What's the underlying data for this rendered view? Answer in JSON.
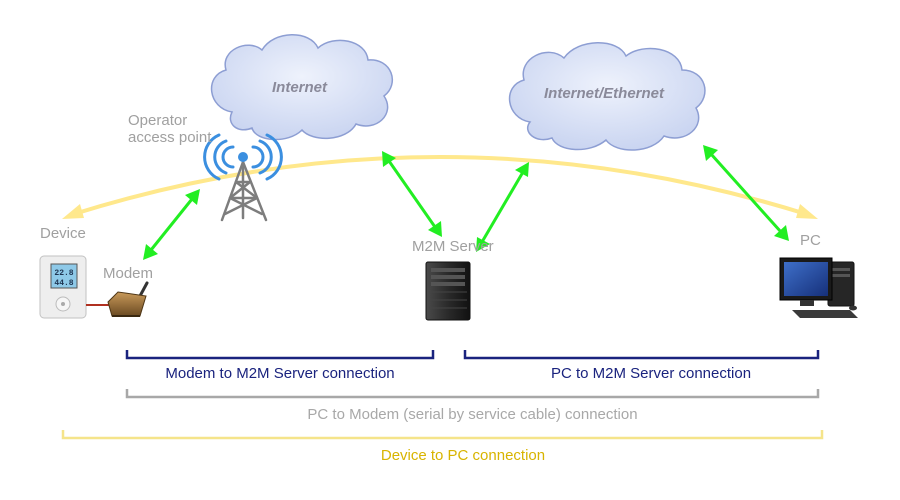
{
  "clouds": {
    "internet": "Internet",
    "internet_ethernet": "Internet/Ethernet"
  },
  "labels": {
    "operator_access_point": [
      "Operator",
      "access point"
    ],
    "device": "Device",
    "modem": "Modem",
    "m2m_server": "M2M Server",
    "pc": "PC"
  },
  "device_display": [
    "22.8",
    "44.8"
  ],
  "brackets": {
    "modem_to_m2m": "Modem to M2M Server connection",
    "pc_to_m2m": "PC to M2M Server connection",
    "pc_to_modem": "PC to Modem (serial by service cable) connection",
    "device_to_pc": "Device to PC connection"
  },
  "colors": {
    "navy_bracket": "#1a237e",
    "gray_bracket": "#a8a8a8",
    "yellow_bracket": "#f5e48a",
    "yellow_text": "#d8b400",
    "green_arrow": "#22ee22",
    "yellow_arc": "#ffe88c",
    "cloud_fill": "#ccd7f2",
    "cloud_stroke": "#8d9ed3"
  },
  "icons": [
    "cloud-icon",
    "antenna-tower-icon",
    "datalogger-icon",
    "modem-icon",
    "server-tower-icon",
    "desktop-pc-icon"
  ]
}
